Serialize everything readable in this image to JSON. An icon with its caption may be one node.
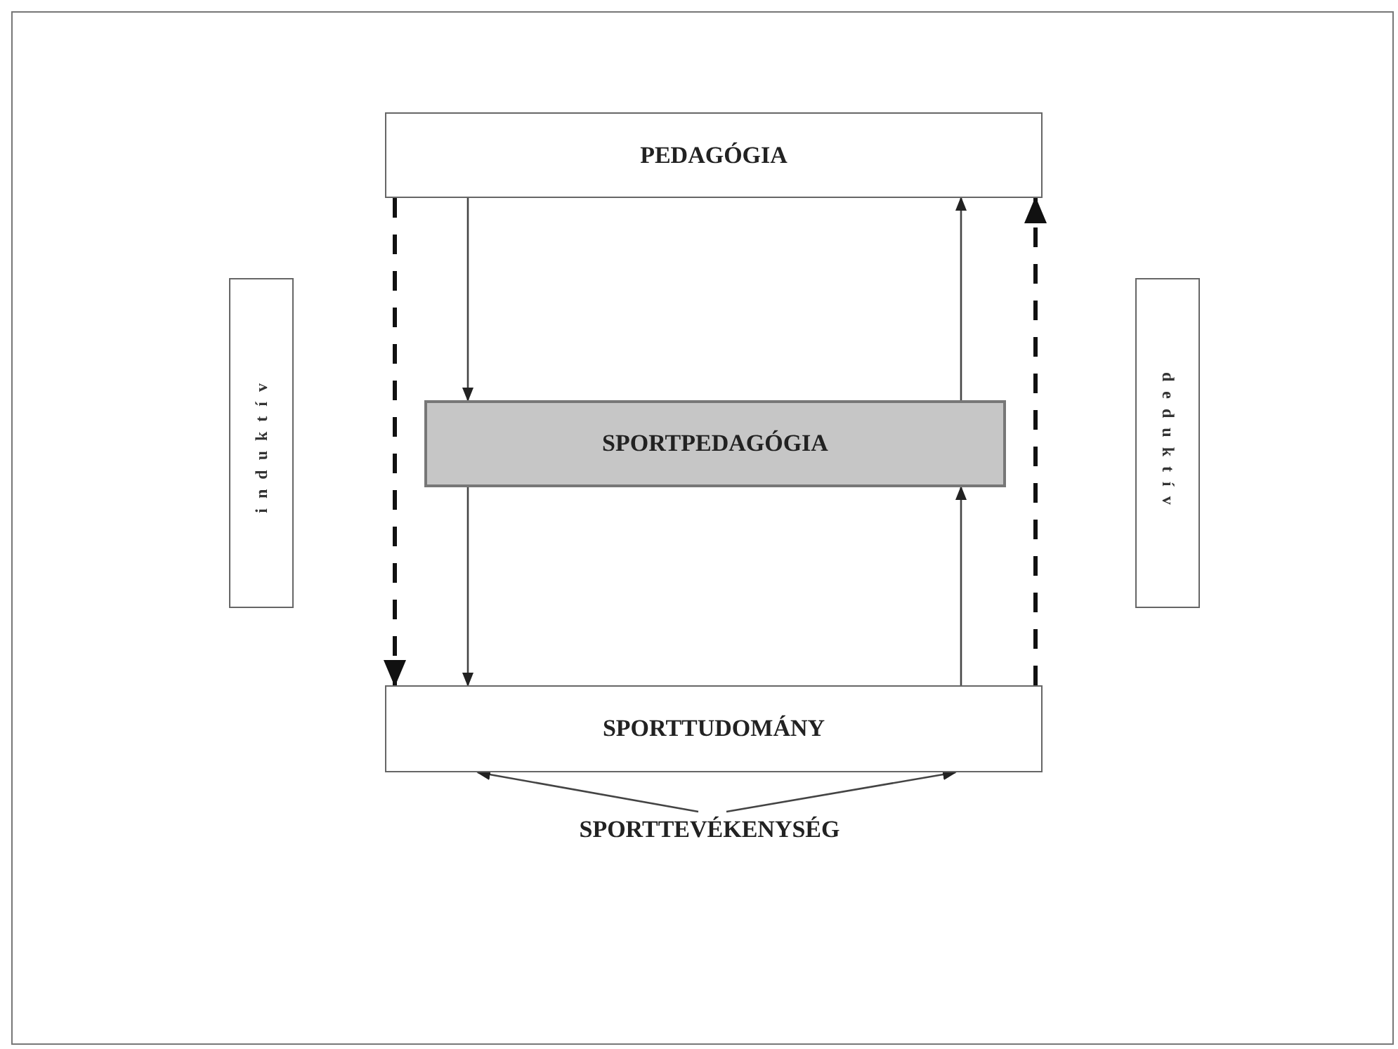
{
  "diagram": {
    "nodes": [
      {
        "text": [
          "PEDAGÓGIA"
        ]
      },
      {
        "text": [
          "SPORTPEDAGÓGIA"
        ]
      },
      {
        "text": [
          "SPORTTUDOMÁNY"
        ]
      },
      {
        "text": [
          "SPORTTEVÉKENYSÉG"
        ]
      },
      {
        "text": [
          "induktív"
        ]
      },
      {
        "text": [
          "deduktív"
        ]
      }
    ],
    "edges": [
      {
        "from": 0,
        "to": 2,
        "arrow": "to",
        "style": "dashed"
      },
      {
        "from": 0,
        "to": 1,
        "arrow": "to"
      },
      {
        "from": 1,
        "to": 2,
        "arrow": "to"
      },
      {
        "from": 2,
        "to": 1,
        "arrow": "to"
      },
      {
        "from": 1,
        "to": 0,
        "arrow": "to"
      },
      {
        "from": 2,
        "to": 0,
        "arrow": "to",
        "style": "dashed"
      },
      {
        "from": 3,
        "to": 2,
        "arrow": "to"
      },
      {
        "from": 3,
        "to": 2,
        "arrow": "to"
      }
    ]
  }
}
